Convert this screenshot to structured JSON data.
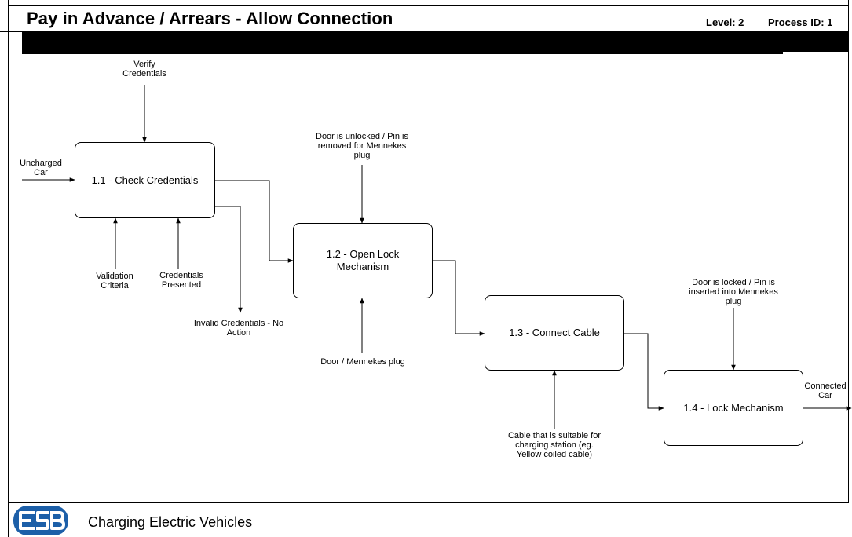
{
  "header": {
    "title": "Pay in Advance / Arrears - Allow Connection",
    "level": "Level: 2",
    "process_id": "Process ID: 1"
  },
  "footer": {
    "logo_text": "ESB",
    "caption": "Charging Electric Vehicles"
  },
  "process": {
    "nodes": [
      {
        "id": "1.1",
        "label": "1.1 - Check Credentials"
      },
      {
        "id": "1.2",
        "label": "1.2 - Open Lock Mechanism"
      },
      {
        "id": "1.3",
        "label": "1.3 - Connect Cable"
      },
      {
        "id": "1.4",
        "label": "1.4 - Lock Mechanism"
      }
    ],
    "inputs": {
      "uncharged_car": "Uncharged Car"
    },
    "controls": {
      "verify_credentials": "Verify Credentials",
      "door_unlocked": "Door is unlocked / Pin is removed for Mennekes plug",
      "door_locked": "Door is locked / Pin is inserted into Mennekes plug"
    },
    "mechanisms": {
      "validation_criteria": "Validation Criteria",
      "credentials_presented": "Credentials Presented",
      "door_plug": "Door / Mennekes plug",
      "cable": "Cable that is suitable for charging station (eg. Yellow coiled cable)"
    },
    "outputs": {
      "invalid_credentials": "Invalid Credentials - No Action",
      "connected_car": "Connected Car"
    }
  }
}
